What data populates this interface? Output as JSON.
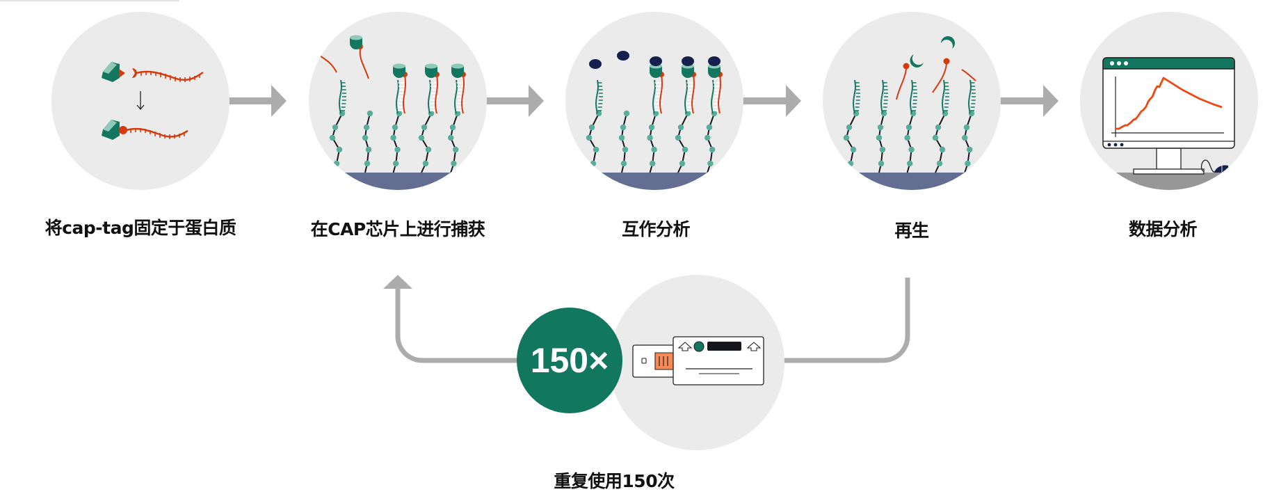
{
  "diagram": {
    "colors": {
      "circle_bg": "#ebebeb",
      "arrow": "#acacac",
      "teal": "#13775f",
      "teal_light": "#8ecab7",
      "bead": "#58ae98",
      "orange": "#d43a0b",
      "chart_line": "#f0470f",
      "navy": "#15204f",
      "chip_surface": "#636e92",
      "floor": "#979797",
      "chip_orange": "#f78a55",
      "count_circle": "#11775e"
    },
    "steps": [
      {
        "label": "将cap-tag固定于蛋白质",
        "icon": "protein-tagging-icon"
      },
      {
        "label": "在CAP芯片上进行捕获",
        "icon": "chip-capture-icon"
      },
      {
        "label": "互作分析",
        "icon": "interaction-analysis-icon"
      },
      {
        "label": "再生",
        "icon": "regeneration-icon"
      },
      {
        "label": "数据分析",
        "icon": "monitor-chart-icon"
      }
    ],
    "cycle": {
      "count_badge": "150×",
      "label": "重复使用150次",
      "icon": "sensor-chip-icon"
    }
  }
}
